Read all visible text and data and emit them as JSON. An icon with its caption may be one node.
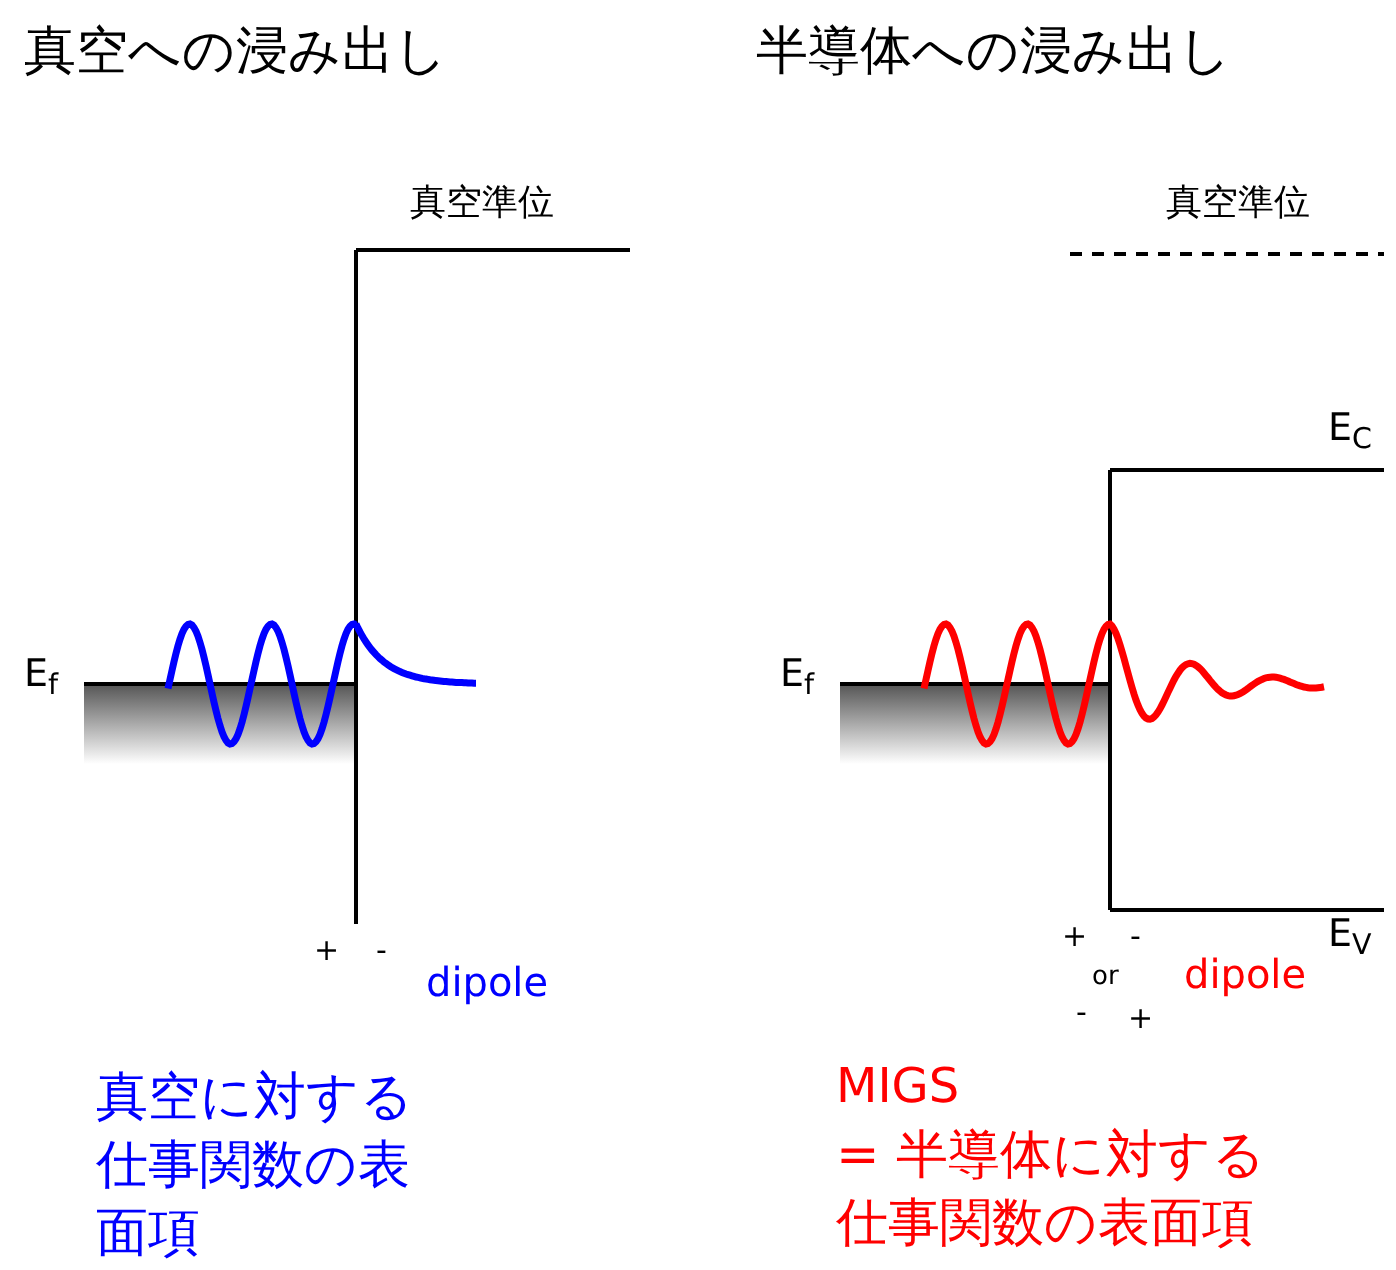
{
  "diagram": {
    "labels": [
      "真空への浸み出し",
      "半導体への浸み出し",
      "真空準位",
      "真空準位",
      "E$_{C}$",
      "E$_{f}$",
      "E$_{f}$",
      "+",
      "-",
      "dipole",
      "E$_{V}$",
      "+",
      "-",
      "or",
      "-",
      "+",
      "dipole",
      "真空に対する仕事関数の表面項",
      "MIGS",
      "= 半導体に対する仕事関数の表面項"
    ]
  }
}
